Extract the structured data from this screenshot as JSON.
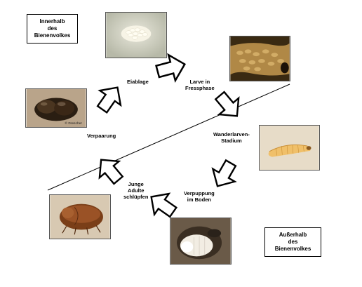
{
  "boxes": {
    "inside": [
      "Innerhalb",
      "des",
      "Bienenvolkes"
    ],
    "outside": [
      "Außerhalb",
      "des",
      "Bienenvolkes"
    ]
  },
  "stages": {
    "egg_laying": "Eiablage",
    "feeding_larva": [
      "Larve in",
      "Fressphase"
    ],
    "wandering_larva": [
      "Wanderlarven-",
      "Stadium"
    ],
    "pupation": [
      "Verpuppung",
      "im Boden"
    ],
    "emergence": [
      "Junge",
      "Adulte",
      "schlüpfen"
    ],
    "mating": "Verpaarung"
  },
  "photos": {
    "credit": "© Drescher"
  },
  "icons": {
    "cycle_arrow": "outline-arrow-icon"
  }
}
